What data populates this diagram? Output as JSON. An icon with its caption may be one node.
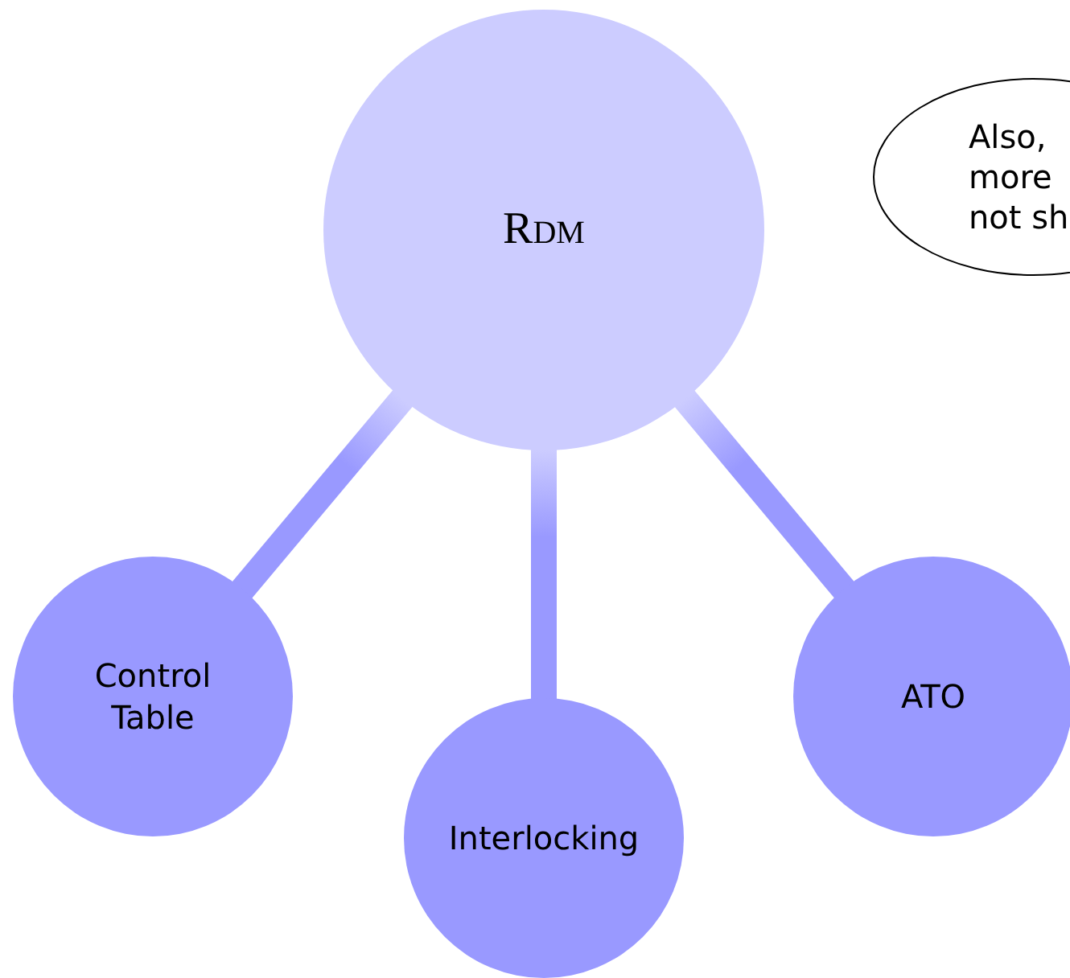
{
  "diagram": {
    "nodes": [
      {
        "text": [
          "Rdm"
        ]
      },
      {
        "text": [
          "Control Table"
        ]
      },
      {
        "text": [
          "Interlocking"
        ]
      },
      {
        "text": [
          "ATO"
        ]
      },
      {
        "text": [
          "Also, more not sh"
        ]
      }
    ],
    "edges": [
      {
        "from": 0,
        "to": 1,
        "arrow": "none"
      },
      {
        "from": 0,
        "to": 2,
        "arrow": "none"
      },
      {
        "from": 0,
        "to": 3,
        "arrow": "none"
      }
    ]
  }
}
